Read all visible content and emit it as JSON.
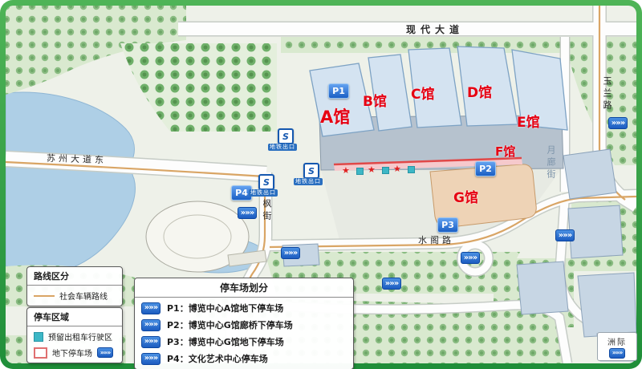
{
  "map": {
    "roads": {
      "top": "现代大道",
      "southwest": "苏州大道东",
      "west_vertical": "观枫街",
      "south": "水阁路",
      "east_vertical": "月廊街",
      "far_east_vertical": "玉兰路"
    },
    "halls": [
      {
        "label": "A馆"
      },
      {
        "label": "B馆"
      },
      {
        "label": "C馆"
      },
      {
        "label": "D馆"
      },
      {
        "label": "E馆"
      },
      {
        "label": "F馆"
      },
      {
        "label": "G馆"
      }
    ],
    "parking_markers": [
      {
        "label": "P1"
      },
      {
        "label": "P2"
      },
      {
        "label": "P3"
      },
      {
        "label": "P4"
      }
    ],
    "metro_exit_label": "地铁出口",
    "hotel_label": "洲际"
  },
  "legend_route": {
    "title": "路线区分",
    "items": [
      {
        "label": "社会车辆路线"
      }
    ]
  },
  "legend_zone": {
    "title": "停车区域",
    "items": [
      {
        "label": "预留出租车行驶区"
      },
      {
        "label": "地下停车场"
      }
    ]
  },
  "legend_parking": {
    "title": "停车场划分",
    "items": [
      {
        "label": "P1：博览中心A馆地下停车场"
      },
      {
        "label": "P2：博览中心G馆廊桥下停车场"
      },
      {
        "label": "P3：博览中心G馆地下停车场"
      },
      {
        "label": "P4：文化艺术中心停车场"
      }
    ]
  },
  "icons": {
    "chevrons": "»»»",
    "metro": "S",
    "star": "★"
  },
  "colors": {
    "frame_green": "#2f9c3d",
    "water": "#aecfe6",
    "hall_red": "#e60012",
    "marker_blue": "#1f6fd6",
    "taxi_teal": "#3db7c6",
    "route_tan": "#d9a565",
    "underground_border": "#e07070"
  }
}
